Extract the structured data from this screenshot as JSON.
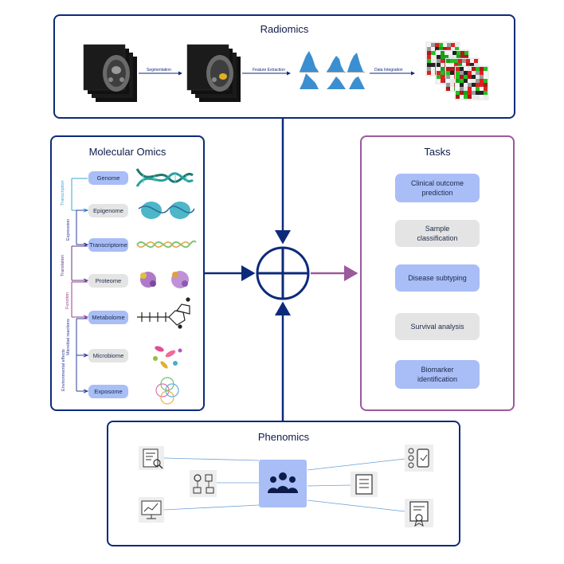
{
  "radiomics": {
    "title": "Radiomics",
    "steps": [
      "Segmentation",
      "Feature Extraction",
      "Data Integration"
    ]
  },
  "molecular": {
    "title": "Molecular Omics",
    "layers": [
      "Genome",
      "Epigenome",
      "Transcriptome",
      "Proteome",
      "Metabolome",
      "Microbiome",
      "Exposome"
    ],
    "processes": [
      "Transcription",
      "Expression",
      "Translation",
      "Function",
      "Microbial reactions",
      "Environmental effects"
    ]
  },
  "tasks": {
    "title": "Tasks",
    "items": [
      {
        "line1": "Clinical outcome",
        "line2": "prediction"
      },
      {
        "line1": "Sample",
        "line2": "classification"
      },
      {
        "line1": "Disease subtyping",
        "line2": ""
      },
      {
        "line1": "Survival analysis",
        "line2": ""
      },
      {
        "line1": "Biomarker identification",
        "line2": ""
      }
    ]
  },
  "phenomics": {
    "title": "Phenomics"
  },
  "colors": {
    "panel_border": "#0d2a7a",
    "tasks_border": "#9b5a9b",
    "blue_pill": "#a9bdf6",
    "grey_pill": "#e4e4e4",
    "cyan": "#3aa7d8",
    "purple": "#5a3e8a",
    "magenta": "#9c3d8a",
    "navy": "#2a3f99"
  },
  "icons": [
    "brain-mri-icon",
    "histogram-icon",
    "heatmap-icon",
    "dna-icon",
    "nucleosome-icon",
    "rna-icon",
    "protein-icon",
    "molecule-icon",
    "microbe-icon",
    "exposome-icon",
    "people-icon",
    "report-icon",
    "workflow-icon",
    "chart-monitor-icon",
    "form-icon",
    "device-icon",
    "certificate-icon"
  ]
}
